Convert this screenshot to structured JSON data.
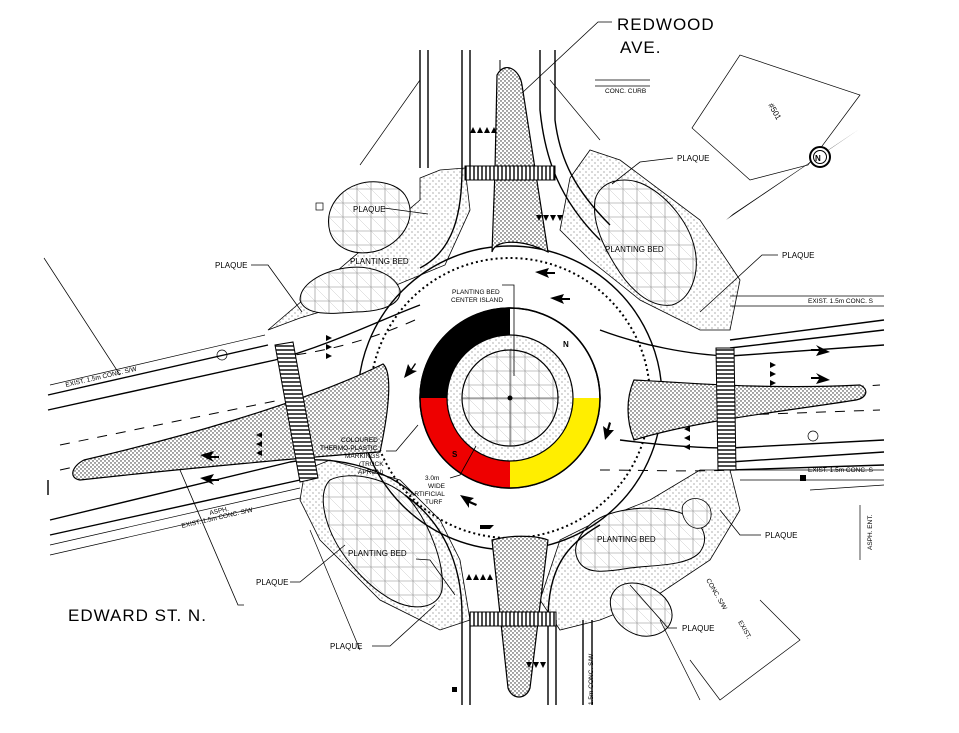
{
  "streets": {
    "redwood_line1": "REDWOOD",
    "redwood_line2": "AVE.",
    "edward": "EDWARD ST. N."
  },
  "property": {
    "lot_number": "#501"
  },
  "north_symbol": "N",
  "centre": {
    "north_marker": "N",
    "south_marker": "S",
    "colors": {
      "black": "#000000",
      "white": "#ffffff",
      "yellow": "#ffee00",
      "red": "#ee0000"
    },
    "island_label_line1": "PLANTING BED",
    "island_label_line2": "CENTER ISLAND",
    "apron_label": [
      "COLOURED",
      "THERMO-PLASTIC",
      "MARKINGS",
      "(TRUCK",
      "APRON)"
    ],
    "turf_label": [
      "3.0m",
      "WIDE",
      "ARTIFICIAL",
      "TURF"
    ]
  },
  "labels": {
    "plaque": "PLAQUE",
    "planting_bed": "PLANTING BED",
    "conc_curb": "CONC. CURB",
    "sidewalk_exist": "EXIST. 1.5m CONC. S/W",
    "sidewalk_exist_short": "EXIST. 1.5m CONC. S",
    "asph": "ASPH.",
    "asph_ent": "ASPH. ENT.",
    "conc_sw": "CONC. S/W",
    "conc_sw_se": "CONC. S/W",
    "exist": "EXIST.",
    "sw_bottom": "1.5m CONC. S/W"
  }
}
